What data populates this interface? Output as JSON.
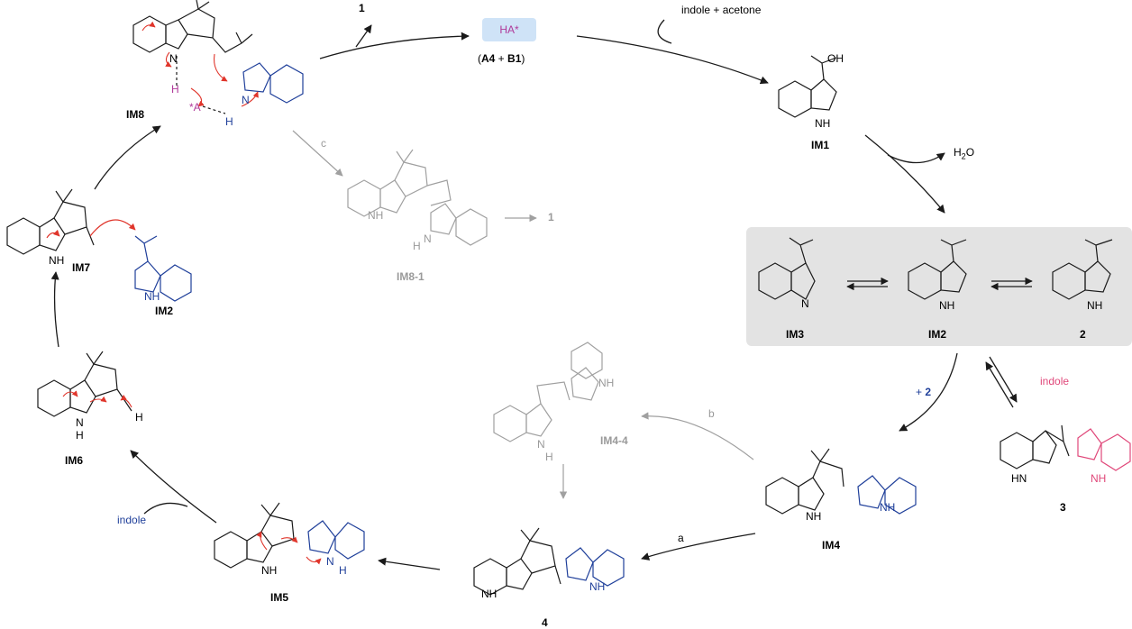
{
  "catalyst": {
    "label": "HA*",
    "components_open": "(",
    "a4": "A4",
    "plus": " + ",
    "b1": "B1",
    "components_close": ")"
  },
  "reagents": {
    "indole_acetone": "indole + acetone",
    "water_h": "H",
    "water_sub": "2",
    "water_o": "O",
    "product_1_top": "1",
    "product_1_side": "1",
    "plus_2_plus": "+ ",
    "plus_2_num": "2",
    "indole_eq": "indole",
    "indole_im5": "indole"
  },
  "pathways": {
    "a": "a",
    "b": "b",
    "c": "c"
  },
  "compounds": {
    "IM1": "IM1",
    "IM2": "IM2",
    "IM2_b": "IM2",
    "IM3": "IM3",
    "cmpd2": "2",
    "IM4": "IM4",
    "IM4_4": "IM4-4",
    "cmpd3": "3",
    "cmpd4": "4",
    "IM5": "IM5",
    "IM6": "IM6",
    "IM7": "IM7",
    "IM8": "IM8",
    "IM8_1": "IM8-1"
  },
  "atoms": {
    "OH": "OH",
    "NH": "NH",
    "H": "H",
    "HN": "HN",
    "N": "N",
    "A": "*A",
    "plus": "+"
  },
  "colors": {
    "black": "#1a1a1a",
    "blue": "#1f3f9a",
    "red": "#e0352b",
    "gray": "#a0a0a0",
    "pink": "#e0487a",
    "magenta": "#b03a9a",
    "box": "#e3e3e3",
    "catalyst_bg": "#cfe3f7"
  }
}
